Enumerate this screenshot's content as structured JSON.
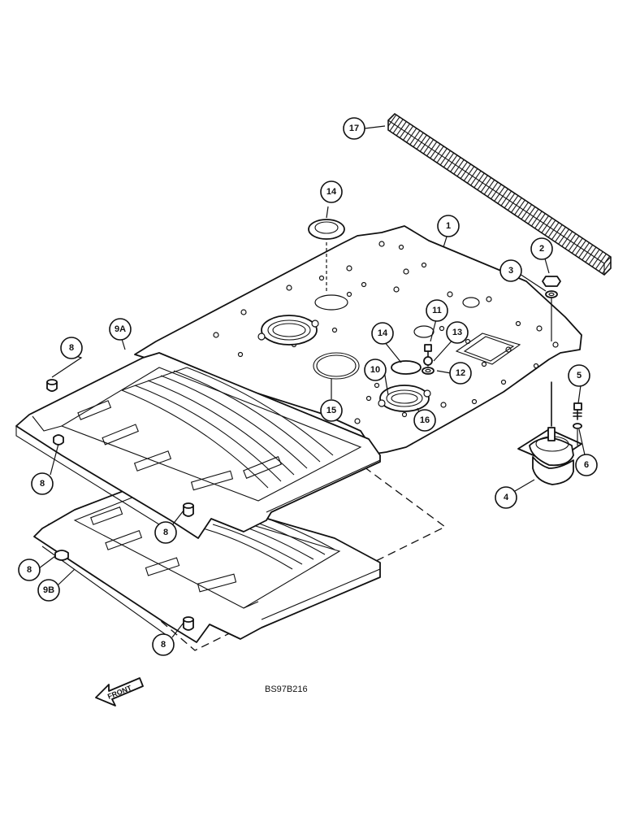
{
  "drawing_id": "BS97B216",
  "front_label": "FRONT",
  "callouts": [
    {
      "label": "17"
    },
    {
      "label": "14"
    },
    {
      "label": "1"
    },
    {
      "label": "2"
    },
    {
      "label": "3"
    },
    {
      "label": "9A"
    },
    {
      "label": "11"
    },
    {
      "label": "14"
    },
    {
      "label": "13"
    },
    {
      "label": "8"
    },
    {
      "label": "10"
    },
    {
      "label": "12"
    },
    {
      "label": "5"
    },
    {
      "label": "15"
    },
    {
      "label": "16"
    },
    {
      "label": "6"
    },
    {
      "label": "8"
    },
    {
      "label": "4"
    },
    {
      "label": "8"
    },
    {
      "label": "8"
    },
    {
      "label": "9B"
    },
    {
      "label": "8"
    }
  ],
  "colors": {
    "ink": "#111111",
    "paper": "#ffffff"
  }
}
